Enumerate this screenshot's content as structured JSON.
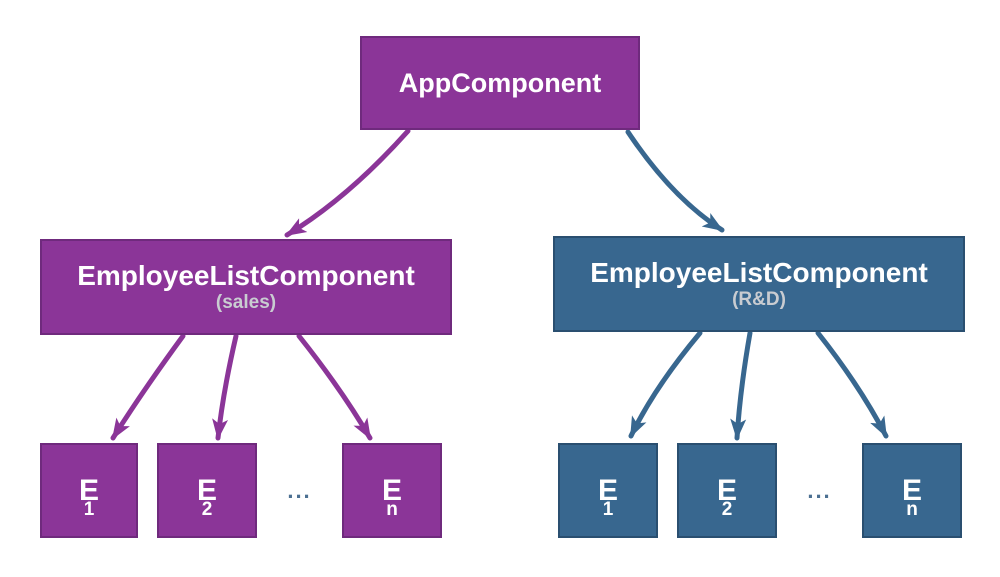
{
  "diagram": {
    "colors": {
      "background": "#ffffff",
      "purple": "#8b3598",
      "purple_border": "#6f2a7d",
      "blue": "#38678f",
      "blue_border": "#2a4f70",
      "label": "#ffffff",
      "sublabel": "#c9ccd1",
      "ellipsis": "#4c7092"
    },
    "root": {
      "label": "AppComponent"
    },
    "branches": [
      {
        "id": "sales",
        "label": "EmployeeListComponent",
        "sublabel": "(sales)",
        "color": "#8b3598",
        "ellipsis": "...",
        "children": [
          {
            "base": "E",
            "sub": "1"
          },
          {
            "base": "E",
            "sub": "2"
          },
          {
            "base": "E",
            "sub": "n"
          }
        ]
      },
      {
        "id": "rnd",
        "label": "EmployeeListComponent",
        "sublabel": "(R&D)",
        "color": "#38678f",
        "ellipsis": "...",
        "children": [
          {
            "base": "E",
            "sub": "1"
          },
          {
            "base": "E",
            "sub": "2"
          },
          {
            "base": "E",
            "sub": "n"
          }
        ]
      }
    ]
  }
}
